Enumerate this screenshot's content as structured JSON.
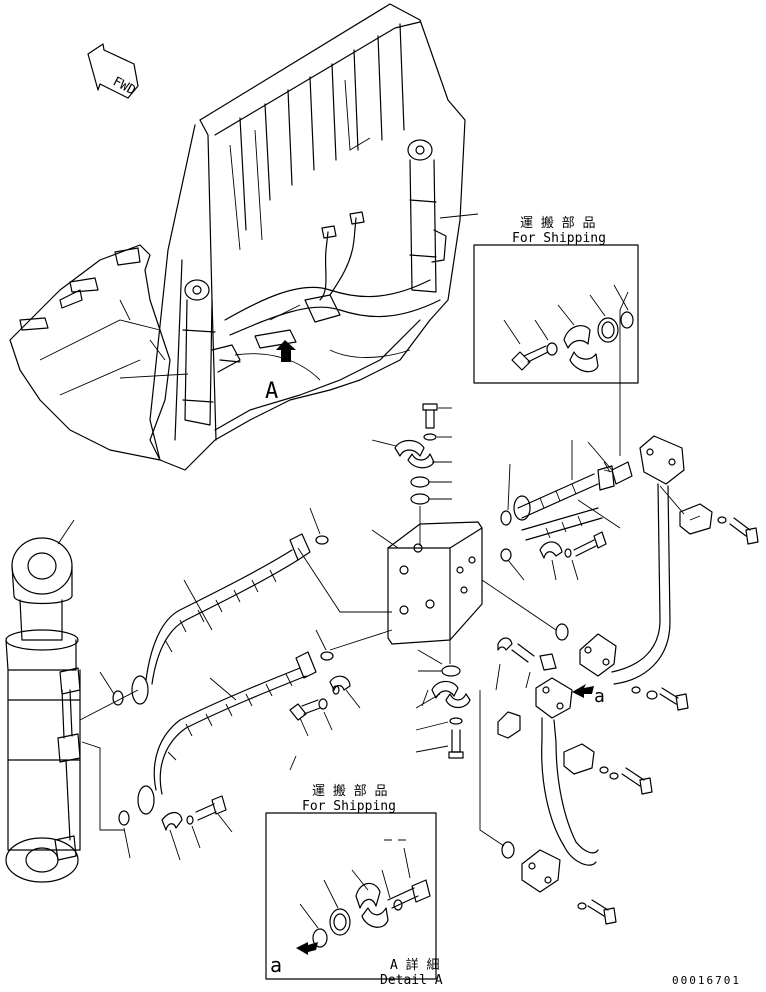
{
  "labels": {
    "fwd": "FWD",
    "view_a": "A",
    "arrow_a_right": "a",
    "arrow_a_detail": "a",
    "shipping_top_jp": "運 搬 部 品",
    "shipping_top_en": "For Shipping",
    "shipping_bottom_jp": "運 搬 部 品",
    "shipping_bottom_en": "For Shipping",
    "detail_jp": "A 詳 細",
    "detail_en": "Detail A",
    "drawing_number": "00016701"
  }
}
